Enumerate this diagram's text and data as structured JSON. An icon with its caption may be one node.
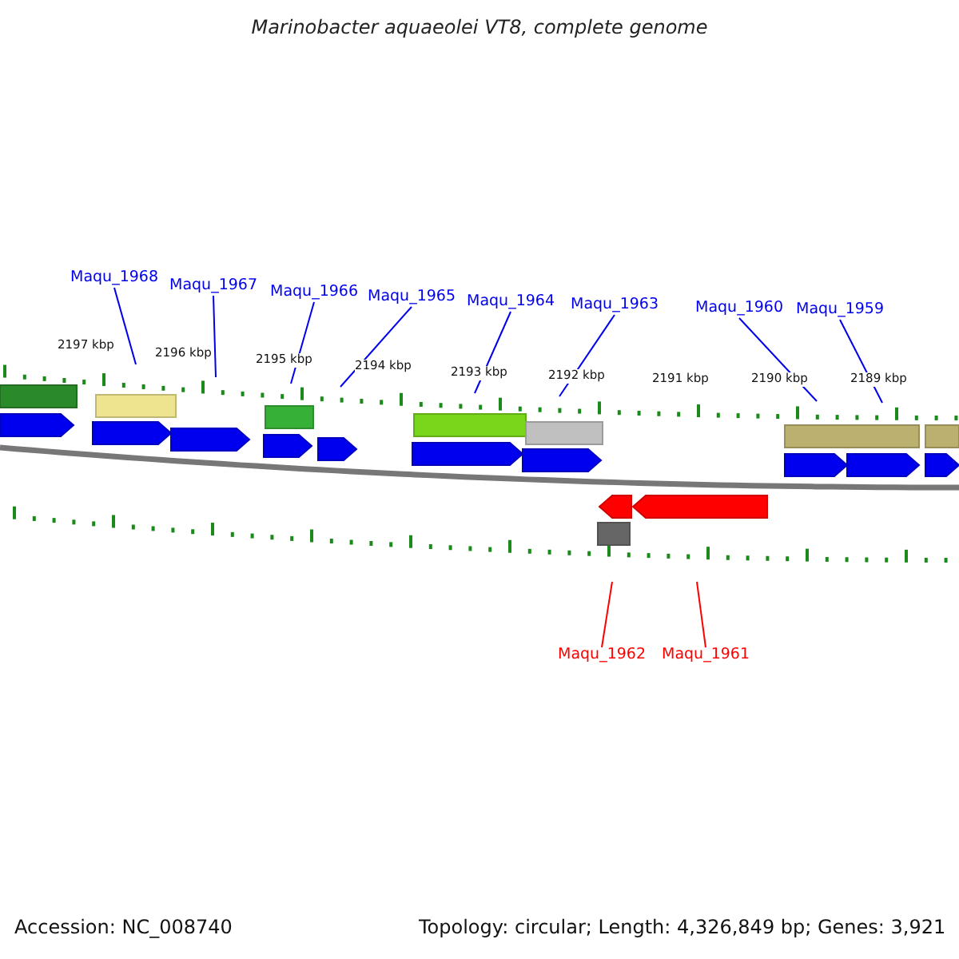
{
  "diagram": {
    "title": "Marinobacter aquaeolei VT8, complete genome",
    "nodes": [
      {
        "text": [
          "Maqu_1968"
        ]
      },
      {
        "text": [
          "Maqu_1967"
        ]
      },
      {
        "text": [
          "Maqu_1966"
        ]
      },
      {
        "text": [
          "Maqu_1965"
        ]
      },
      {
        "text": [
          "Maqu_1964"
        ]
      },
      {
        "text": [
          "Maqu_1963"
        ]
      },
      {
        "text": [
          "Maqu_1960"
        ]
      },
      {
        "text": [
          "Maqu_1959"
        ]
      },
      {
        "text": [
          "Maqu_1962"
        ]
      },
      {
        "text": [
          "Maqu_1961"
        ]
      }
    ],
    "edges": [
      {
        "from": 0,
        "to": null,
        "arrow": "none"
      },
      {
        "from": 1,
        "to": null,
        "arrow": "none"
      },
      {
        "from": 2,
        "to": null,
        "arrow": "none"
      },
      {
        "from": 3,
        "to": null,
        "arrow": "none"
      },
      {
        "from": 4,
        "to": null,
        "arrow": "none"
      },
      {
        "from": 5,
        "to": null,
        "arrow": "none"
      },
      {
        "from": 6,
        "to": null,
        "arrow": "none"
      },
      {
        "from": 7,
        "to": null,
        "arrow": "none"
      },
      {
        "from": 8,
        "to": null,
        "arrow": "none",
        "color": "#ff0000"
      },
      {
        "from": 9,
        "to": null,
        "arrow": "none",
        "color": "#ff0000"
      }
    ],
    "labels": [
      "2197 kbp",
      "2196 kbp",
      "2195 kbp",
      "2194 kbp",
      "2193 kbp",
      "2192 kbp",
      "2191 kbp",
      "2190 kbp",
      "2189 kbp",
      "Accession: NC_008740",
      "Topology: circular; Length: 4,326,849 bp; Genes: 3,921"
    ]
  }
}
